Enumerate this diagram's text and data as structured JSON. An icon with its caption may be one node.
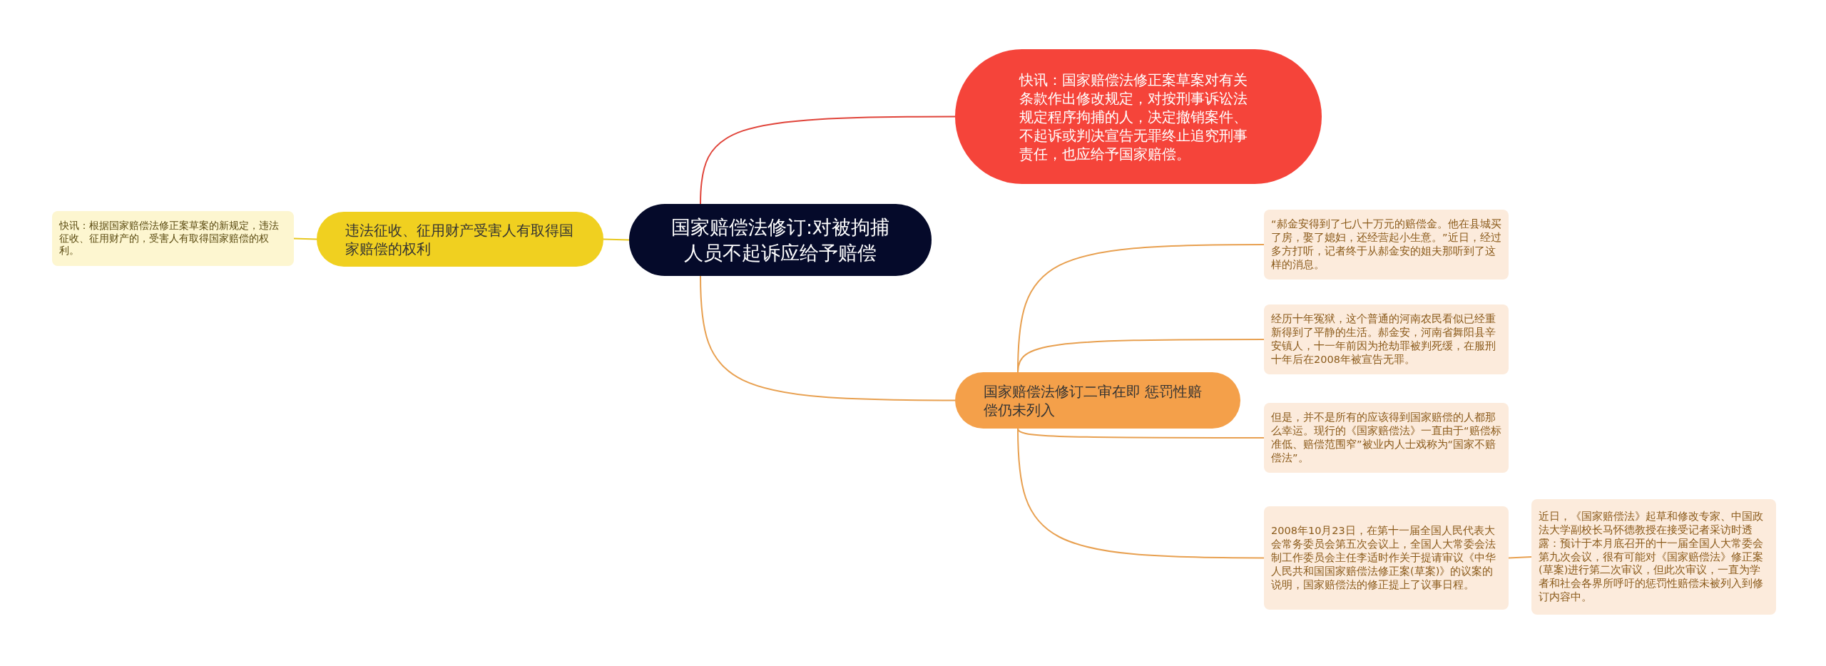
{
  "diagram": {
    "nodes": [
      {
        "text": [
          "国家赔偿法修订:对被拘捕人员不起诉应给予赔偿"
        ]
      },
      {
        "text": [
          "快讯：国家赔偿法修正案草案对有关条款作出修改规定，对按刑事诉讼法规定程序拘捕的人，决定撤销案件、不起诉或判决宣告无罪终止追究刑事责任，也应给予国家赔偿。"
        ]
      },
      {
        "text": [
          "快讯：根据国家赔偿法修正案草案的新规定，违法征收、征用财产的，受害人有取得国家赔偿的权利。"
        ]
      },
      {
        "text": [
          "违法征收、征用财产受害人有取得国家赔偿的权利"
        ]
      },
      {
        "text": [
          "“郝金安得到了七八十万元的赔偿金。他在县城买了房，娶了媳妇，还经营起小生意。”近日，经过多方打听，记者终于从郝金安的姐夫那听到了这样的消息。"
        ]
      },
      {
        "text": [
          "经历十年冤狱，这个普通的河南农民看似已经重新得到了平静的生活。郝金安，河南省舞阳县辛安镇人，十一年前因为抢劫罪被判死缓，在服刑十年后在2008年被宣告无罪。"
        ]
      },
      {
        "text": [
          "国家赔偿法修订二审在即 惩罚性赔偿仍未列入"
        ]
      },
      {
        "text": [
          "但是，并不是所有的应该得到国家赔偿的人都那么幸运。现行的《国家赔偿法》一直由于“赔偿标准低、赔偿范围窄”被业内人士戏称为“国家不赔偿法”。"
        ]
      },
      {
        "text": [
          "2008年10月23日，在第十一届全国人民代表大会常务委员会第五次会议上，全国人大常委会法制工作委员会主任李适时作关于提请审议《中华人民共和国国家赔偿法修正案(草案)》的议案的说明，国家赔偿法的修正提上了议事日程。"
        ]
      },
      {
        "text": [
          "近日，《国家赔偿法》起草和修改专家、中国政法大学副校长马怀德教授在接受记者采访时透露：预计于本月底召开的十一届全国人大常委会第九次会议，很有可能对《国家赔偿法》修正案(草案)进行第二次审议，但此次审议，一直为学者和社会各界所呼吁的惩罚性赔偿未被列入到修订内容中。"
        ]
      }
    ],
    "edges": [
      {
        "from": 0,
        "to": 1,
        "arrow": "none",
        "color": "#e0443a"
      },
      {
        "from": 0,
        "to": 3,
        "arrow": "none",
        "color": "#e8c820"
      },
      {
        "from": 3,
        "to": 2,
        "arrow": "none",
        "color": "#e8c820"
      },
      {
        "from": 0,
        "to": 6,
        "arrow": "none"
      },
      {
        "from": 6,
        "to": 4,
        "arrow": "none"
      },
      {
        "from": 6,
        "to": 5,
        "arrow": "none"
      },
      {
        "from": 6,
        "to": 7,
        "arrow": "none"
      },
      {
        "from": 6,
        "to": 8,
        "arrow": "none"
      },
      {
        "from": 8,
        "to": 9,
        "arrow": "none"
      }
    ]
  }
}
